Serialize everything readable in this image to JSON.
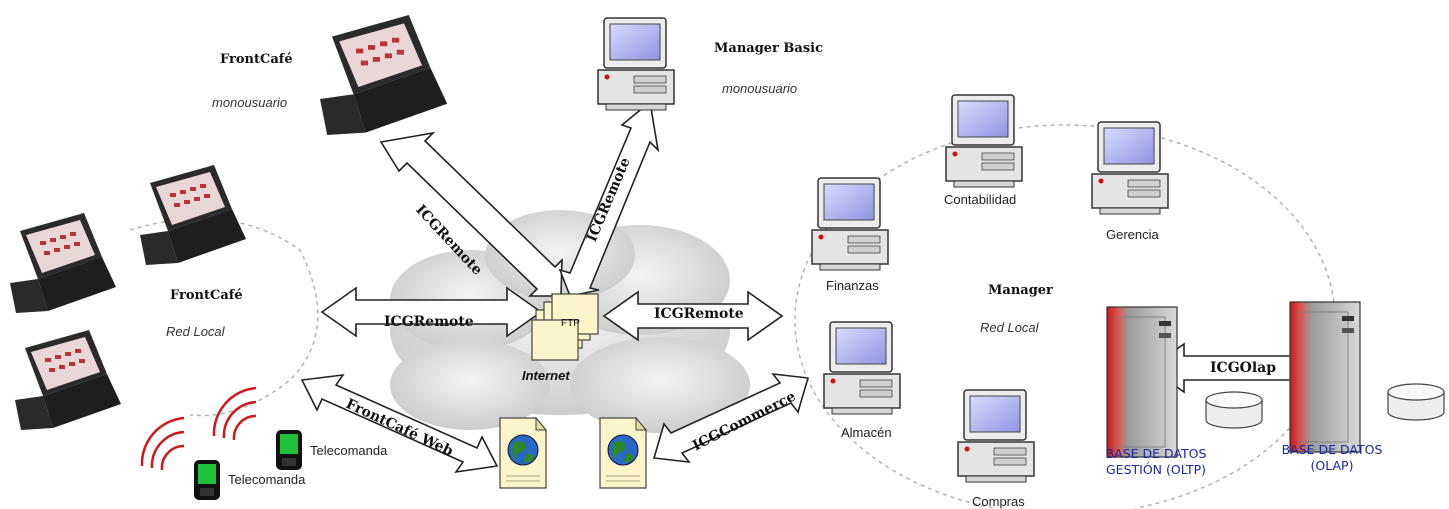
{
  "groups": {
    "frontcafe_mono": {
      "title": "FrontCafé",
      "subtitle": "monousuario"
    },
    "manager_basic": {
      "title": "Manager Basic",
      "subtitle": "monousuario"
    },
    "frontcafe_red": {
      "title": "FrontCafé",
      "subtitle": "Red Local"
    },
    "manager_red": {
      "title": "Manager",
      "subtitle": "Red Local"
    }
  },
  "links": {
    "remote_mono": "ICGRemote",
    "remote_basic": "ICGRemote",
    "remote_frontred": "ICGRemote",
    "remote_manager": "ICGRemote",
    "frontcafe_web": "FrontCafé Web",
    "commerce": "ICGCommerce",
    "olap": "ICGOlap"
  },
  "internet": {
    "label": "Internet",
    "ftp": "FTP"
  },
  "workstations": {
    "contabilidad": "Contabilidad",
    "gerencia": "Gerencia",
    "finanzas": "Finanzas",
    "almacen": "Almacén",
    "compras": "Compras"
  },
  "handhelds": {
    "a": "Telecomanda",
    "b": "Telecomanda"
  },
  "databases": {
    "oltp": {
      "line1": "BASE DE DATOS",
      "line2": "GESTIÓN (OLTP)"
    },
    "olap": {
      "line1": "BASE DE DATOS",
      "line2": "(OLAP)"
    }
  },
  "colors": {
    "arrow_stroke": "#222222",
    "cloud": "#dcdcdc",
    "db_text": "#1a2aa0",
    "server": "#c01818",
    "screen": "#b9bdf0"
  }
}
